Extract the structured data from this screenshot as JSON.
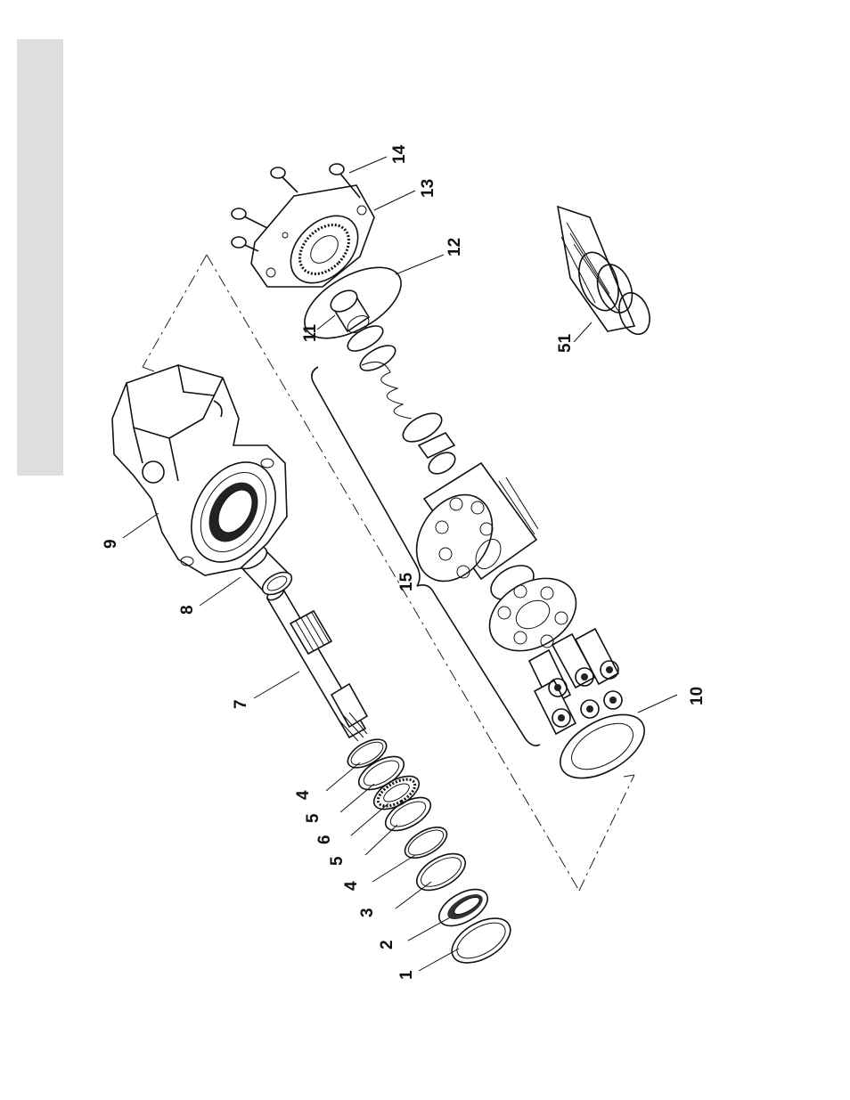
{
  "page": {
    "side_tab_color": "#dedede",
    "ink_color": "#111111"
  },
  "diagram": {
    "type": "exploded-parts-view",
    "callouts": [
      {
        "id": "c1",
        "label": "1"
      },
      {
        "id": "c2",
        "label": "2"
      },
      {
        "id": "c3",
        "label": "3"
      },
      {
        "id": "c4a",
        "label": "4"
      },
      {
        "id": "c4b",
        "label": "4"
      },
      {
        "id": "c5a",
        "label": "5"
      },
      {
        "id": "c5b",
        "label": "5"
      },
      {
        "id": "c6",
        "label": "6"
      },
      {
        "id": "c7",
        "label": "7"
      },
      {
        "id": "c8",
        "label": "8"
      },
      {
        "id": "c9",
        "label": "9"
      },
      {
        "id": "c10",
        "label": "10"
      },
      {
        "id": "c11",
        "label": "11"
      },
      {
        "id": "c12",
        "label": "12"
      },
      {
        "id": "c13",
        "label": "13"
      },
      {
        "id": "c14",
        "label": "14"
      },
      {
        "id": "c15",
        "label": "15"
      },
      {
        "id": "c51",
        "label": "51"
      }
    ]
  }
}
